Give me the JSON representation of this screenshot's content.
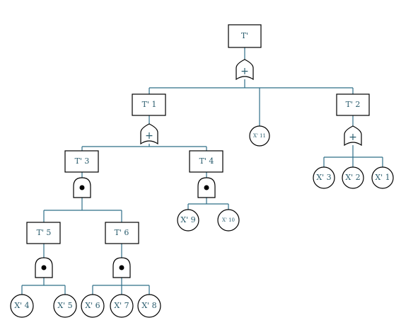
{
  "nodes": {
    "top": "T'",
    "t1": "T' 1",
    "t2": "T' 2",
    "t3": "T' 3",
    "t4": "T' 4",
    "t5": "T' 5",
    "t6": "T' 6",
    "x1": "X' 1",
    "x2": "X' 2",
    "x3": "X' 3",
    "x4": "X' 4",
    "x5": "X' 5",
    "x6": "X' 6",
    "x7": "X' 7",
    "x8": "X' 8",
    "x9": "X' 9",
    "x10": "X' 10",
    "x11": "X' 11"
  },
  "gates": {
    "or_symbol": "+"
  },
  "colors": {
    "connector": "#2f6f88",
    "label": "#2a5d6e"
  }
}
